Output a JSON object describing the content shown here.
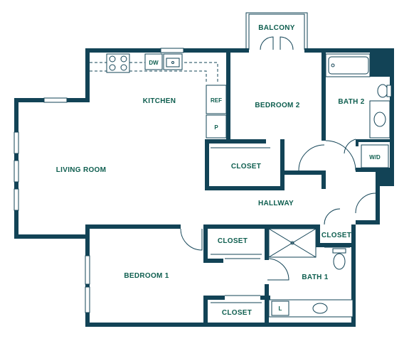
{
  "rooms": {
    "balcony": "BALCONY",
    "kitchen": "KITCHEN",
    "bedroom2": "BEDROOM 2",
    "bath2": "BATH 2",
    "living_room": "LIVING ROOM",
    "closet_bed2": "CLOSET",
    "hallway": "HALLWAY",
    "closet_hall_left": "CLOSET",
    "closet_hall_right": "CLOSET",
    "bedroom1": "BEDROOM 1",
    "bath1": "BATH 1",
    "closet_bed1": "CLOSET"
  },
  "fixtures": {
    "dishwasher": "DW",
    "refrigerator": "REF",
    "pantry": "P",
    "washer_dryer": "W/D",
    "linen": "L"
  },
  "colors": {
    "wall": "#124356",
    "label": "#0e5e4f"
  }
}
